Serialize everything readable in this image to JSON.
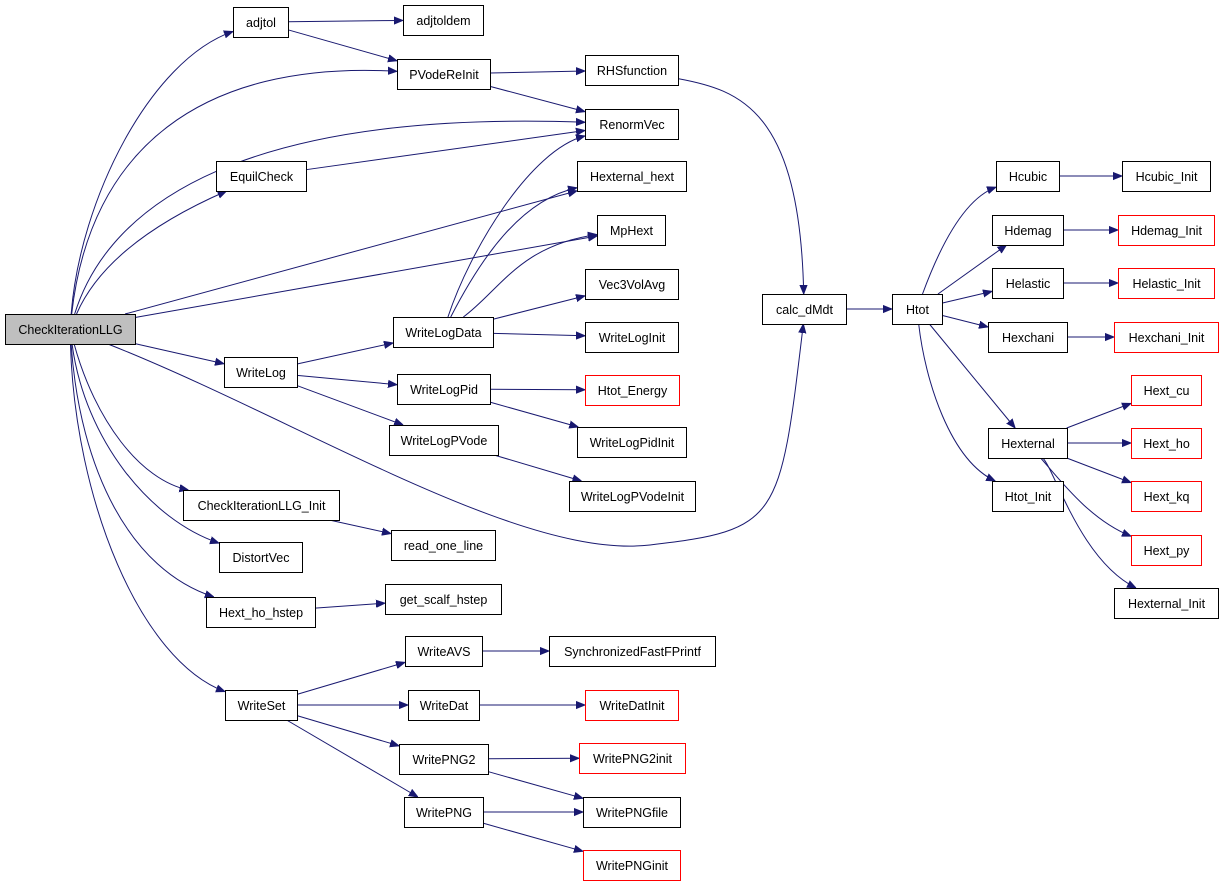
{
  "colors": {
    "edge": "#191970",
    "node_border": "#000000",
    "undocumented_border": "#ff0000",
    "root_fill": "#bfbfbf",
    "node_fill": "#ffffff"
  },
  "nodes": [
    {
      "id": "CheckIterationLLG",
      "label": "CheckIterationLLG",
      "root": true
    },
    {
      "id": "adjtol",
      "label": "adjtol"
    },
    {
      "id": "adjtoldem",
      "label": "adjtoldem"
    },
    {
      "id": "PVodeReInit",
      "label": "PVodeReInit"
    },
    {
      "id": "RHSfunction",
      "label": "RHSfunction"
    },
    {
      "id": "RenormVec",
      "label": "RenormVec"
    },
    {
      "id": "EquilCheck",
      "label": "EquilCheck"
    },
    {
      "id": "Hexternal_hext",
      "label": "Hexternal_hext"
    },
    {
      "id": "MpHext",
      "label": "MpHext"
    },
    {
      "id": "Vec3VolAvg",
      "label": "Vec3VolAvg"
    },
    {
      "id": "WriteLogData",
      "label": "WriteLogData"
    },
    {
      "id": "WriteLogInit",
      "label": "WriteLogInit"
    },
    {
      "id": "WriteLog",
      "label": "WriteLog"
    },
    {
      "id": "WriteLogPid",
      "label": "WriteLogPid"
    },
    {
      "id": "Htot_Energy",
      "label": "Htot_Energy",
      "undocumented": true
    },
    {
      "id": "WriteLogPVode",
      "label": "WriteLogPVode"
    },
    {
      "id": "WriteLogPidInit",
      "label": "WriteLogPidInit"
    },
    {
      "id": "WriteLogPVodeInit",
      "label": "WriteLogPVodeInit"
    },
    {
      "id": "CheckIterationLLG_Init",
      "label": "CheckIterationLLG_Init"
    },
    {
      "id": "read_one_line",
      "label": "read_one_line"
    },
    {
      "id": "DistortVec",
      "label": "DistortVec"
    },
    {
      "id": "Hext_ho_hstep",
      "label": "Hext_ho_hstep"
    },
    {
      "id": "get_scalf_hstep",
      "label": "get_scalf_hstep"
    },
    {
      "id": "WriteSet",
      "label": "WriteSet"
    },
    {
      "id": "WriteAVS",
      "label": "WriteAVS"
    },
    {
      "id": "SynchronizedFastFPrintf",
      "label": "SynchronizedFastFPrintf"
    },
    {
      "id": "WriteDat",
      "label": "WriteDat"
    },
    {
      "id": "WriteDatInit",
      "label": "WriteDatInit",
      "undocumented": true
    },
    {
      "id": "WritePNG2",
      "label": "WritePNG2"
    },
    {
      "id": "WritePNG2init",
      "label": "WritePNG2init",
      "undocumented": true
    },
    {
      "id": "WritePNG",
      "label": "WritePNG"
    },
    {
      "id": "WritePNGfile",
      "label": "WritePNGfile"
    },
    {
      "id": "WritePNGinit",
      "label": "WritePNGinit",
      "undocumented": true
    },
    {
      "id": "calc_dMdt",
      "label": "calc_dMdt"
    },
    {
      "id": "Htot",
      "label": "Htot"
    },
    {
      "id": "Hcubic",
      "label": "Hcubic"
    },
    {
      "id": "Hcubic_Init",
      "label": "Hcubic_Init"
    },
    {
      "id": "Hdemag",
      "label": "Hdemag"
    },
    {
      "id": "Hdemag_Init",
      "label": "Hdemag_Init",
      "undocumented": true
    },
    {
      "id": "Helastic",
      "label": "Helastic"
    },
    {
      "id": "Helastic_Init",
      "label": "Helastic_Init",
      "undocumented": true
    },
    {
      "id": "Hexchani",
      "label": "Hexchani"
    },
    {
      "id": "Hexchani_Init",
      "label": "Hexchani_Init",
      "undocumented": true
    },
    {
      "id": "Hexternal",
      "label": "Hexternal"
    },
    {
      "id": "Hext_cu",
      "label": "Hext_cu",
      "undocumented": true
    },
    {
      "id": "Hext_ho",
      "label": "Hext_ho",
      "undocumented": true
    },
    {
      "id": "Hext_kq",
      "label": "Hext_kq",
      "undocumented": true
    },
    {
      "id": "Hext_py",
      "label": "Hext_py",
      "undocumented": true
    },
    {
      "id": "Hexternal_Init",
      "label": "Hexternal_Init"
    },
    {
      "id": "Htot_Init",
      "label": "Htot_Init"
    }
  ],
  "edges": [
    [
      "CheckIterationLLG",
      "adjtol"
    ],
    [
      "CheckIterationLLG",
      "PVodeReInit"
    ],
    [
      "CheckIterationLLG",
      "RenormVec"
    ],
    [
      "CheckIterationLLG",
      "EquilCheck"
    ],
    [
      "CheckIterationLLG",
      "Hexternal_hext"
    ],
    [
      "CheckIterationLLG",
      "MpHext"
    ],
    [
      "CheckIterationLLG",
      "WriteLog"
    ],
    [
      "CheckIterationLLG",
      "calc_dMdt"
    ],
    [
      "CheckIterationLLG",
      "CheckIterationLLG_Init"
    ],
    [
      "CheckIterationLLG",
      "DistortVec"
    ],
    [
      "CheckIterationLLG",
      "Hext_ho_hstep"
    ],
    [
      "CheckIterationLLG",
      "WriteSet"
    ],
    [
      "adjtol",
      "adjtoldem"
    ],
    [
      "adjtol",
      "PVodeReInit"
    ],
    [
      "PVodeReInit",
      "RHSfunction"
    ],
    [
      "PVodeReInit",
      "RenormVec"
    ],
    [
      "RHSfunction",
      "calc_dMdt"
    ],
    [
      "EquilCheck",
      "RenormVec"
    ],
    [
      "WriteLog",
      "WriteLogData"
    ],
    [
      "WriteLog",
      "WriteLogPid"
    ],
    [
      "WriteLog",
      "WriteLogPVode"
    ],
    [
      "WriteLogData",
      "RenormVec"
    ],
    [
      "WriteLogData",
      "Hexternal_hext"
    ],
    [
      "WriteLogData",
      "MpHext"
    ],
    [
      "WriteLogData",
      "Vec3VolAvg"
    ],
    [
      "WriteLogData",
      "WriteLogInit"
    ],
    [
      "WriteLogPid",
      "Htot_Energy"
    ],
    [
      "WriteLogPid",
      "WriteLogPidInit"
    ],
    [
      "WriteLogPVode",
      "WriteLogPVodeInit"
    ],
    [
      "CheckIterationLLG_Init",
      "read_one_line"
    ],
    [
      "Hext_ho_hstep",
      "get_scalf_hstep"
    ],
    [
      "WriteSet",
      "WriteAVS"
    ],
    [
      "WriteSet",
      "WriteDat"
    ],
    [
      "WriteSet",
      "WritePNG2"
    ],
    [
      "WriteSet",
      "WritePNG"
    ],
    [
      "WriteAVS",
      "SynchronizedFastFPrintf"
    ],
    [
      "WriteDat",
      "WriteDatInit"
    ],
    [
      "WritePNG2",
      "WritePNG2init"
    ],
    [
      "WritePNG2",
      "WritePNGfile"
    ],
    [
      "WritePNG",
      "WritePNGfile"
    ],
    [
      "WritePNG",
      "WritePNGinit"
    ],
    [
      "calc_dMdt",
      "Htot"
    ],
    [
      "Htot",
      "Hcubic"
    ],
    [
      "Htot",
      "Hdemag"
    ],
    [
      "Htot",
      "Helastic"
    ],
    [
      "Htot",
      "Hexchani"
    ],
    [
      "Htot",
      "Hexternal"
    ],
    [
      "Htot",
      "Htot_Init"
    ],
    [
      "Hcubic",
      "Hcubic_Init"
    ],
    [
      "Hdemag",
      "Hdemag_Init"
    ],
    [
      "Helastic",
      "Helastic_Init"
    ],
    [
      "Hexchani",
      "Hexchani_Init"
    ],
    [
      "Hexternal",
      "Hext_cu"
    ],
    [
      "Hexternal",
      "Hext_ho"
    ],
    [
      "Hexternal",
      "Hext_kq"
    ],
    [
      "Hexternal",
      "Hext_py"
    ],
    [
      "Hexternal",
      "Hexternal_Init"
    ]
  ]
}
